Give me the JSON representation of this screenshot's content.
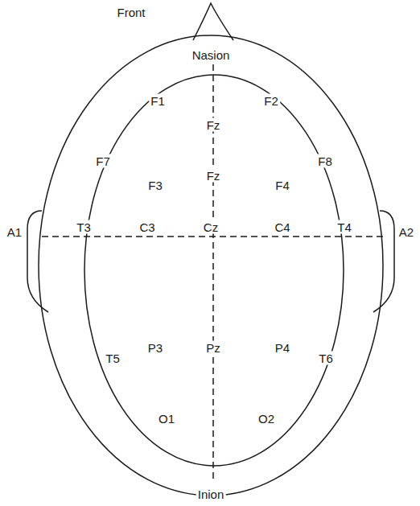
{
  "diagram": {
    "labels": [
      "Front",
      "Nasion",
      "F1",
      "F2",
      "Fz",
      "F7",
      "F3",
      "Fz",
      "F4",
      "F8",
      "A1",
      "T3",
      "C3",
      "Cz",
      "C4",
      "T4",
      "A2",
      "T5",
      "P3",
      "Pz",
      "P4",
      "T6",
      "O1",
      "O2",
      "Inion"
    ]
  }
}
